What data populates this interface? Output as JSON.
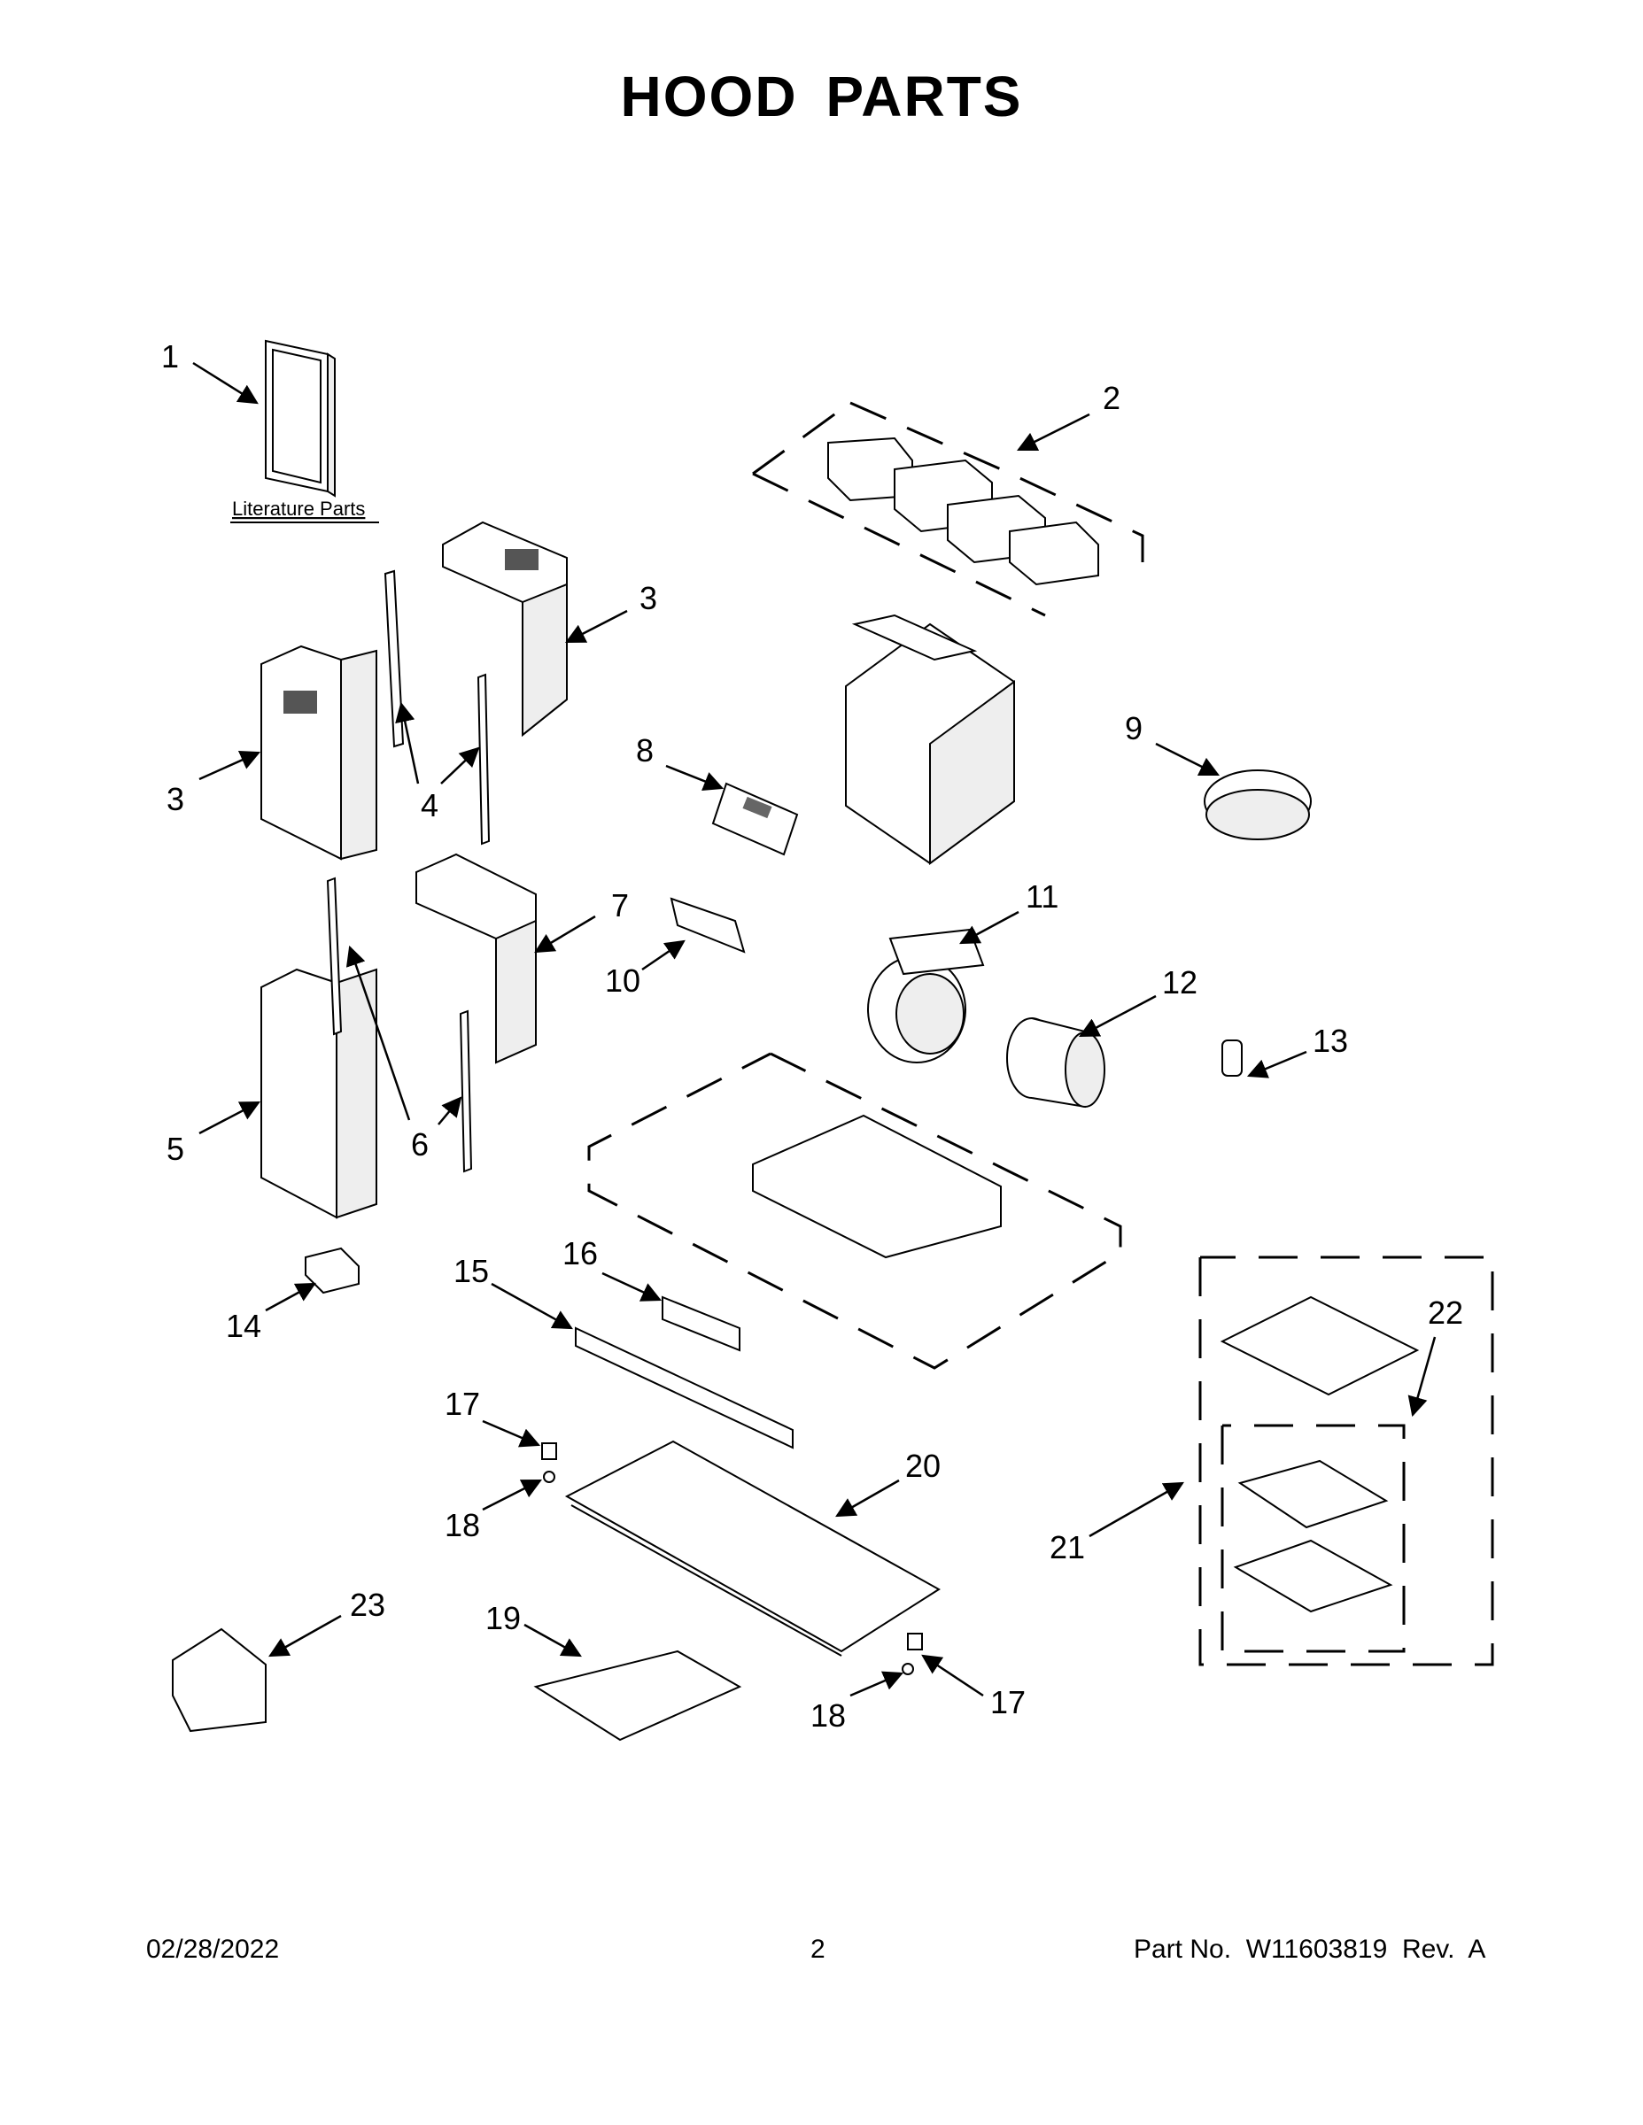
{
  "page": {
    "title": "HOOD PARTS",
    "footer": {
      "date": "02/28/2022",
      "page_number": "2",
      "part_no": "Part No.  W11603819  Rev.  A"
    }
  },
  "diagram": {
    "literature_label": "Literature Parts",
    "callouts": [
      "1",
      "2",
      "3",
      "3",
      "4",
      "5",
      "6",
      "7",
      "8",
      "9",
      "10",
      "11",
      "12",
      "13",
      "14",
      "15",
      "16",
      "17",
      "17",
      "18",
      "18",
      "19",
      "20",
      "21",
      "22",
      "23"
    ]
  }
}
